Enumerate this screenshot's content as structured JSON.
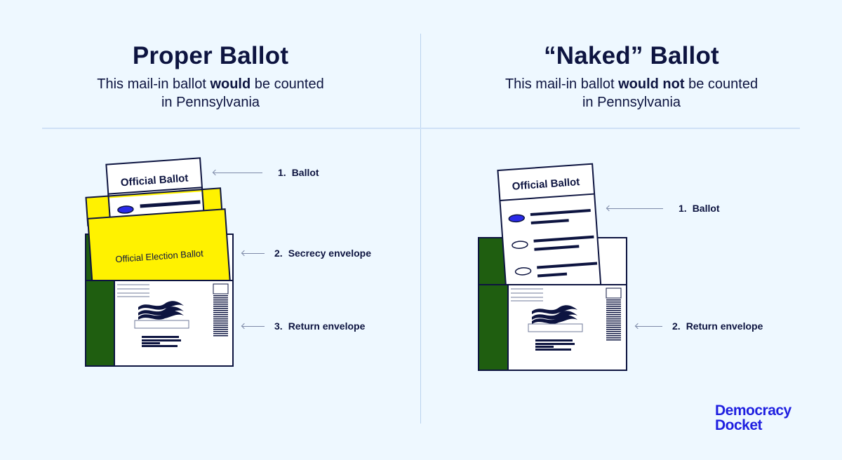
{
  "left_panel": {
    "title": "Proper Ballot",
    "subtitle_pre": "This mail-in ballot ",
    "subtitle_bold": "would",
    "subtitle_post": " be counted",
    "subtitle_line2": "in Pennsylvania",
    "ballot_header": "Official Ballot",
    "secrecy_envelope_label": "Official Election Ballot",
    "callouts": [
      {
        "num": "1.",
        "label": "Ballot"
      },
      {
        "num": "2.",
        "label": "Secrecy envelope"
      },
      {
        "num": "3.",
        "label": "Return envelope"
      }
    ]
  },
  "right_panel": {
    "title": "“Naked” Ballot",
    "subtitle_pre": "This mail-in ballot ",
    "subtitle_bold": "would not",
    "subtitle_post": " be counted",
    "subtitle_line2": "in Pennsylvania",
    "ballot_header": "Official Ballot",
    "callouts": [
      {
        "num": "1.",
        "label": "Ballot"
      },
      {
        "num": "2.",
        "label": "Return envelope"
      }
    ]
  },
  "logo": {
    "line1": "Democracy",
    "line2": "Docket"
  },
  "colors": {
    "background": "#eef8ff",
    "navy": "#0d1440",
    "envelope_green": "#1f5e10",
    "secrecy_yellow": "#fff200",
    "logo_blue": "#1f1fe0",
    "filled_oval": "#2a2ae8"
  }
}
